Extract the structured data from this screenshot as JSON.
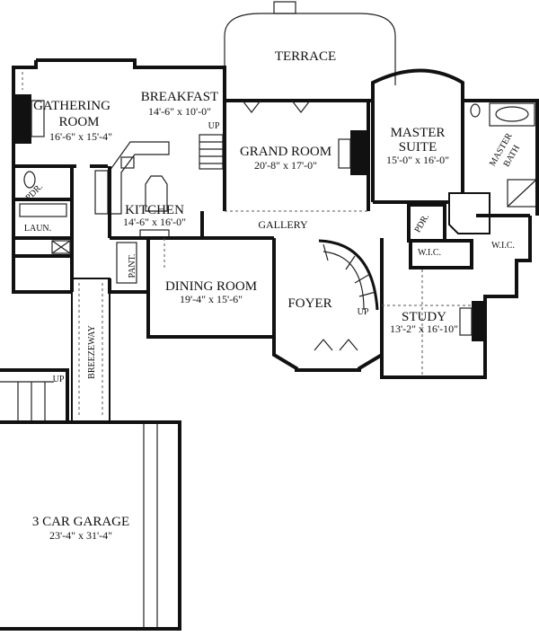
{
  "rooms": {
    "terrace": {
      "name": "TERRACE"
    },
    "gathering": {
      "name_line1": "GATHERING",
      "name_line2": "ROOM",
      "size": "16'-6\" x 15'-4\""
    },
    "breakfast": {
      "name": "BREAKFAST",
      "size": "14'-6\" x 10'-0\""
    },
    "grand": {
      "name": "GRAND ROOM",
      "size": "20'-8\" x 17'-0\""
    },
    "master_suite": {
      "name_line1": "MASTER",
      "name_line2": "SUITE",
      "size": "15'-0\" x 16'-0\""
    },
    "master_bath": {
      "name_line1": "MASTER",
      "name_line2": "BATH"
    },
    "kitchen": {
      "name": "KITCHEN",
      "size": "14'-6\" x 16'-0\""
    },
    "gallery": {
      "name": "GALLERY"
    },
    "pdr_left": {
      "name": "PDR."
    },
    "pdr_right": {
      "name": "PDR."
    },
    "laundry": {
      "name": "LAUN."
    },
    "pantry": {
      "name": "PANT."
    },
    "dining": {
      "name": "DINING ROOM",
      "size": "19'-4\" x 15'-6\""
    },
    "foyer": {
      "name": "FOYER"
    },
    "study": {
      "name": "STUDY",
      "size": "13'-2\" x 16'-10\""
    },
    "wic_left": {
      "name": "W.I.C."
    },
    "wic_right": {
      "name": "W.I.C."
    },
    "breezeway": {
      "name": "BREEZEWAY"
    },
    "garage": {
      "name": "3 CAR GARAGE",
      "size": "23'-4\" x 31'-4\""
    }
  },
  "stair_labels": {
    "breakfast_up": "UP",
    "foyer_up": "UP",
    "garage_up": "UP"
  }
}
